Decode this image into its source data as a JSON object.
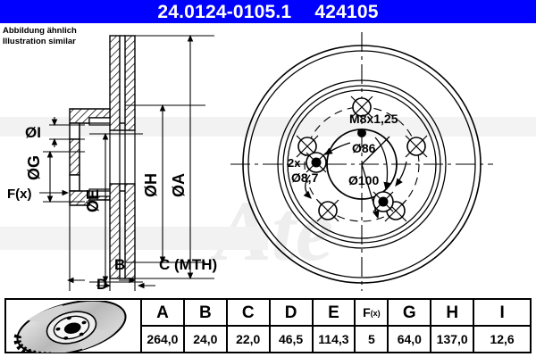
{
  "header": {
    "part_number": "24.0124-0105.1",
    "reference_number": "424105",
    "bg_color": "#0000ff",
    "text_color": "#ffffff"
  },
  "note": {
    "line1": "Abbildung ähnlich",
    "line2": "Illustration similar"
  },
  "section_view": {
    "labels": {
      "dia_i": "ØI",
      "dia_g": "ØG",
      "dia_e": "ØE",
      "dia_h": "ØH",
      "dia_a": "ØA",
      "fx": "F(x)",
      "b": "B",
      "c": "C (MTH)",
      "d": "D"
    }
  },
  "face_view": {
    "labels": {
      "thread": "M8x1,25",
      "hole_count": "2x",
      "hole_dia": "Ø8,7",
      "bore_dia": "Ø86",
      "bolt_circle_dia": "Ø100"
    },
    "watermark": "Ate"
  },
  "spec_table": {
    "headers": [
      "A",
      "B",
      "C",
      "D",
      "E",
      "F(x)",
      "G",
      "H",
      "I"
    ],
    "fx_base": "F",
    "fx_sub": "(x)",
    "values": [
      "264,0",
      "24,0",
      "22,0",
      "46,5",
      "114,3",
      "5",
      "64,0",
      "137,0",
      "12,6"
    ]
  }
}
